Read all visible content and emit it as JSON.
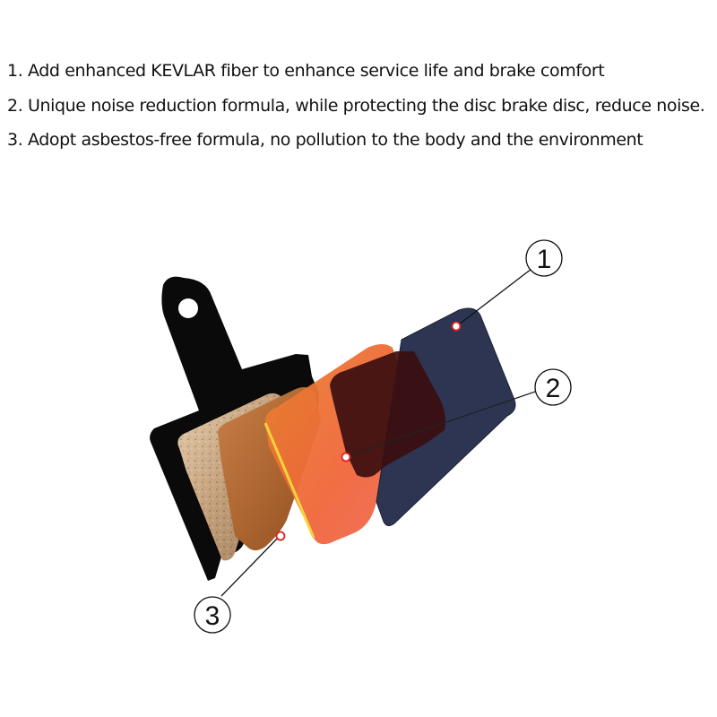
{
  "features": [
    "1. Add enhanced KEVLAR fiber to enhance service life and brake comfort",
    "2. Unique noise reduction formula, while protecting the disc brake disc, reduce noise.",
    "3. Adopt asbestos-free formula, no pollution to the body and the environment"
  ],
  "callouts": [
    {
      "number": "1",
      "target": "blue-layer"
    },
    {
      "number": "2",
      "target": "red-layer"
    },
    {
      "number": "3",
      "target": "friction-material-layer"
    }
  ],
  "colors": {
    "backplate": "#0a0a0a",
    "friction": "#c9a57a",
    "copper": "#b46a35",
    "orange": "#e8652d",
    "dark_red": "#3a0d0e",
    "navy": "#2b3350",
    "marker": "#e02020"
  }
}
